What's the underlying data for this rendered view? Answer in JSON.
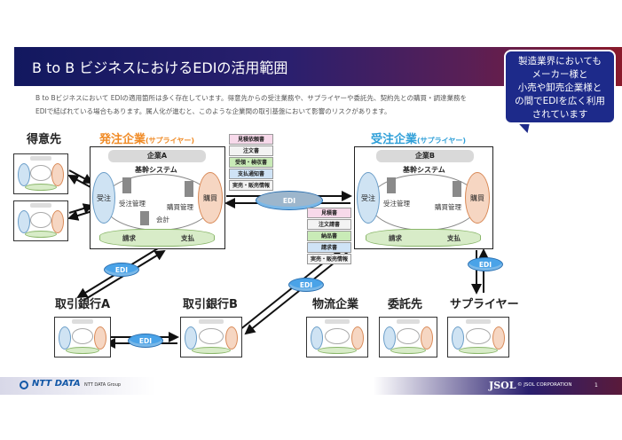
{
  "slide": {
    "title": "B to B ビジネスにおけるEDIの活用範囲",
    "intro_line1": "B to Bビジネスにおいて EDIの適用箇所は多く存在しています。得意先からの受注業務や、サプライヤーや委託先、契約先との購買・調達業務を",
    "intro_line2": "EDIで結ばれている場合もあります。属人化が進むと、このような企業間の取引基盤において影響のリスクがあります。"
  },
  "callout": {
    "line1": "製造業界においても",
    "line2": "メーカー様と",
    "line3": "小売や卸売企業様と",
    "line4": "の間でEDIを広く利用",
    "line5": "されています"
  },
  "diagram": {
    "customer_label": "得意先",
    "orderer_label": "発注企業",
    "orderer_sub": "(サプライヤー)",
    "receiver_label": "受注企業",
    "receiver_sub": "(サプライヤー)",
    "company_a": "企業A",
    "company_b": "企業B",
    "core_system": "基幹システム",
    "order_receive": "受注",
    "purchase": "購買",
    "order_mgmt": "受注管理",
    "purchase_mgmt": "購買管理",
    "accounting": "会計",
    "billing": "請求",
    "payment": "支払",
    "edi": "EDI",
    "docs_top": [
      "見積依頼書",
      "注文書",
      "受領・検収書",
      "支払通知書",
      "実売・販売情報"
    ],
    "docs_bottom": [
      "見積書",
      "注文請書",
      "納品書",
      "請求書",
      "実売・販売情報"
    ],
    "bank_a": "取引銀行A",
    "bank_b": "取引銀行B",
    "logistics": "物流企業",
    "contractor": "委託先",
    "supplier": "サプライヤー"
  },
  "footer": {
    "ntt_logo": "NTT DATA",
    "ntt_sub": "NTT DATA Group",
    "jsol_logo": "JSOL",
    "copyright": "© JSOL CORPORATION",
    "page": "1"
  },
  "colors": {
    "title_bar_start": "#12185f",
    "title_bar_end": "#8a1a2b",
    "callout_bg": "#1d2a8a",
    "orange": "#f08a24",
    "blue": "#2f9fd8",
    "edi": "#4aa3e8"
  }
}
